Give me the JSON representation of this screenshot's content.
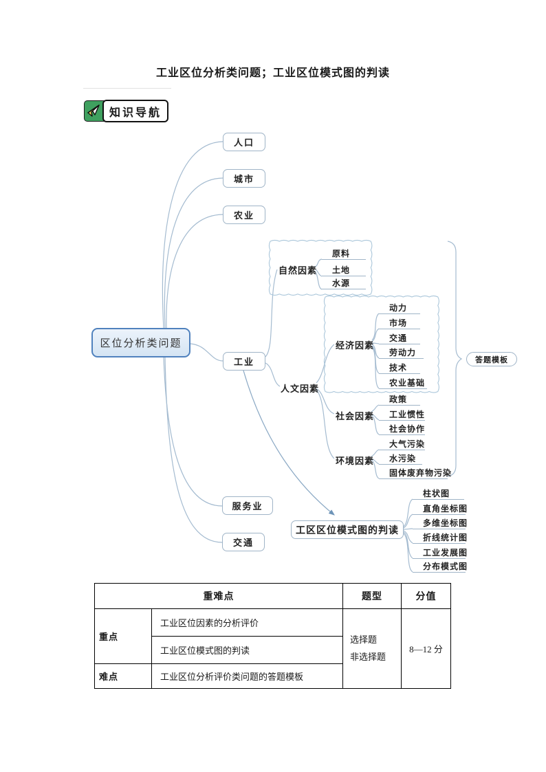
{
  "page": {
    "title": "工业区位分析类问题；工业区位模式图的判读"
  },
  "badge": {
    "icon": "paper-plane",
    "label": "知识导航"
  },
  "colors": {
    "badge_green": "#3FA05F",
    "root_border": "#4F81BD",
    "connector": "#A4BBD0",
    "cloud_stroke": "#AAC6DA",
    "arrow": "#6E94B8"
  },
  "mindmap": {
    "root": "区位分析类问题",
    "branches": [
      "人口",
      "城市",
      "农业",
      "工业",
      "服务业",
      "交通"
    ],
    "industry": {
      "natural": {
        "label": "自然因素",
        "children": [
          "原料",
          "土地",
          "水源"
        ]
      },
      "human": {
        "label": "人文因素",
        "economic": {
          "label": "经济因素",
          "children": [
            "动力",
            "市场",
            "交通",
            "劳动力",
            "技术",
            "农业基础"
          ]
        },
        "social": {
          "label": "社会因素",
          "children": [
            "政策",
            "工业惯性",
            "社会协作"
          ]
        },
        "environment": {
          "label": "环境因素",
          "children": [
            "大气污染",
            "水污染",
            "固体废弃物污染"
          ]
        }
      }
    },
    "pattern": {
      "label": "工区区位模式图的判读",
      "children": [
        "柱状图",
        "直角坐标图",
        "多维坐标图",
        "折线统计图",
        "工业发展图",
        "分布模式图"
      ]
    },
    "answer_template": "答题模板"
  },
  "table": {
    "headers": {
      "main": "重难点",
      "question_type": "题型",
      "score": "分值"
    },
    "key_label": "重点",
    "key_items": [
      "工业区位因素的分析评价",
      "工业区位模式图的判读"
    ],
    "difficult_label": "难点",
    "difficult_item": "工业区位分析评价类问题的答题模板",
    "question_types": [
      "选择题",
      "非选择题"
    ],
    "score": "8—12 分"
  }
}
